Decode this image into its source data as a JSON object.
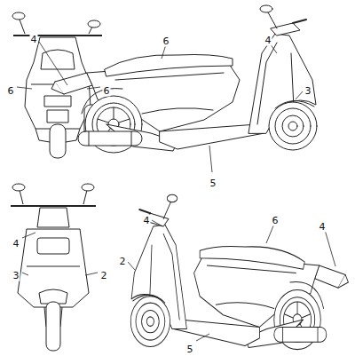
{
  "diagram": {
    "labels": [
      "6",
      "6",
      "4",
      "6",
      "4",
      "3",
      "5",
      "4",
      "3",
      "2",
      "4",
      "6",
      "4",
      "2",
      "5"
    ]
  }
}
